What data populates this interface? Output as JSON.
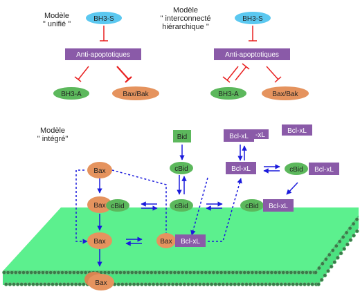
{
  "models": {
    "unified": {
      "title_line1": "Modèle",
      "title_line2": "\" unifié \""
    },
    "hierarchical": {
      "title_line1": "Modèle",
      "title_line2": "\" interconnecté",
      "title_line3": "hiérarchique \""
    },
    "integrated": {
      "title_line1": "Modèle",
      "title_line2": "\" intégré\""
    }
  },
  "labels": {
    "bh3s": "BH3-S",
    "anti_apoptotic": "Anti-apoptotiques",
    "bh3a": "BH3-A",
    "bax_bak": "Bax/Bak",
    "bid": "Bid",
    "cbid": "cBid",
    "bcl_xl": "Bcl-xL",
    "xl_fragment": "-xL",
    "bax": "Bax"
  },
  "colors": {
    "bh3s_fill": "#5bc8f0",
    "anti_fill": "#8a5aa8",
    "bh3a_fill": "#5cb85c",
    "bax_fill": "#e5935e",
    "bid_fill": "#5cb85c",
    "membrane": "#5cf08e",
    "inhibition": "#e82020",
    "activation": "#1a1adc"
  }
}
